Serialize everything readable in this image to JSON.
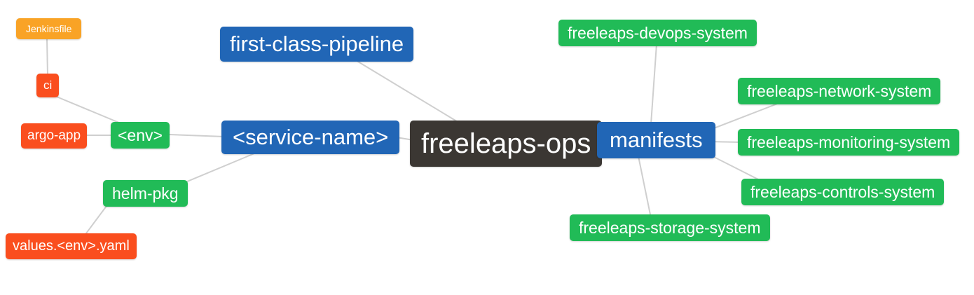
{
  "mindmap": {
    "title": "freeleaps-ops mindmap",
    "colors": {
      "root": "#3b3733",
      "branch": "#2166b6",
      "leaf": "#21bb57",
      "alert": "#fa4e1e",
      "amber": "#f9a326",
      "edge": "#cfcfcf",
      "text": "#ffffff",
      "background": "#ffffff"
    },
    "nodes": [
      {
        "id": "jenkinsfile",
        "label": "Jenkinsfile",
        "color": "#f9a326"
      },
      {
        "id": "ci",
        "label": "ci",
        "color": "#fa4e1e"
      },
      {
        "id": "argo-app",
        "label": "argo-app",
        "color": "#fa4e1e"
      },
      {
        "id": "env",
        "label": "<env>",
        "color": "#21bb57"
      },
      {
        "id": "service-name",
        "label": "<service-name>",
        "color": "#2166b6"
      },
      {
        "id": "first-class-pipeline",
        "label": "first-class-pipeline",
        "color": "#2166b6"
      },
      {
        "id": "freeleaps-ops",
        "label": "freeleaps-ops",
        "color": "#3b3733"
      },
      {
        "id": "manifests",
        "label": "manifests",
        "color": "#2166b6"
      },
      {
        "id": "freeleaps-devops-system",
        "label": "freeleaps-devops-system",
        "color": "#21bb57"
      },
      {
        "id": "freeleaps-network-system",
        "label": "freeleaps-network-system",
        "color": "#21bb57"
      },
      {
        "id": "freeleaps-monitoring-system",
        "label": "freeleaps-monitoring-system",
        "color": "#21bb57"
      },
      {
        "id": "freeleaps-controls-system",
        "label": "freeleaps-controls-system",
        "color": "#21bb57"
      },
      {
        "id": "freeleaps-storage-system",
        "label": "freeleaps-storage-system",
        "color": "#21bb57"
      },
      {
        "id": "helm-pkg",
        "label": "helm-pkg",
        "color": "#21bb57"
      },
      {
        "id": "values-env-yaml",
        "label": "values.<env>.yaml",
        "color": "#fa4e1e"
      }
    ],
    "edges": [
      [
        "jenkinsfile",
        "ci"
      ],
      [
        "ci",
        "env"
      ],
      [
        "argo-app",
        "env"
      ],
      [
        "env",
        "service-name"
      ],
      [
        "service-name",
        "helm-pkg"
      ],
      [
        "helm-pkg",
        "values-env-yaml"
      ],
      [
        "service-name",
        "freeleaps-ops"
      ],
      [
        "first-class-pipeline",
        "freeleaps-ops"
      ],
      [
        "freeleaps-ops",
        "manifests"
      ],
      [
        "manifests",
        "freeleaps-devops-system"
      ],
      [
        "manifests",
        "freeleaps-network-system"
      ],
      [
        "manifests",
        "freeleaps-monitoring-system"
      ],
      [
        "manifests",
        "freeleaps-controls-system"
      ],
      [
        "manifests",
        "freeleaps-storage-system"
      ]
    ]
  }
}
